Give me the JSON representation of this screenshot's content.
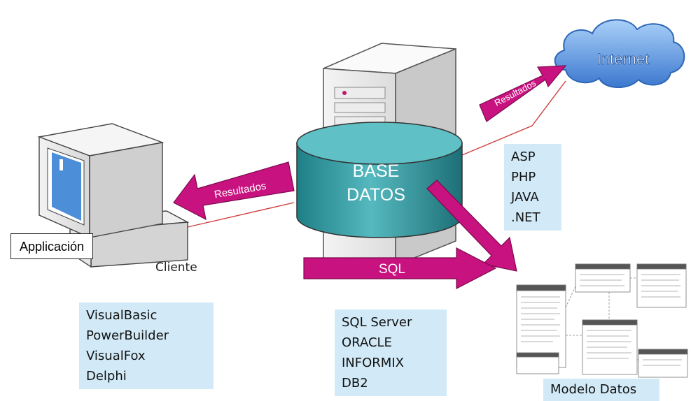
{
  "diagram": {
    "internet_label": "Internet",
    "db_label_line1": "BASE",
    "db_label_line2": "DATOS",
    "arrow_sql_label": "SQL",
    "arrow_results_client_label": "Resultados",
    "arrow_results_internet_label": "Resultados",
    "client_label": "Cliente",
    "app_label": "Applicación",
    "model_label": "Modelo Datos",
    "web_techs": [
      "ASP",
      "PHP",
      "JAVA",
      ".NET"
    ],
    "client_tools": [
      "VisualBasic",
      "PowerBuilder",
      "VisualFox",
      "Delphi"
    ],
    "db_engines": [
      "SQL Server",
      "ORACLE",
      "INFORMIX",
      "DB2"
    ],
    "colors": {
      "arrow_magenta": "#c8127f",
      "cylinder_teal": "#3a9ca3",
      "cloud_blue": "#4a86d4",
      "box_light_blue": "#d2eaf8",
      "link_red": "#d04040"
    }
  }
}
